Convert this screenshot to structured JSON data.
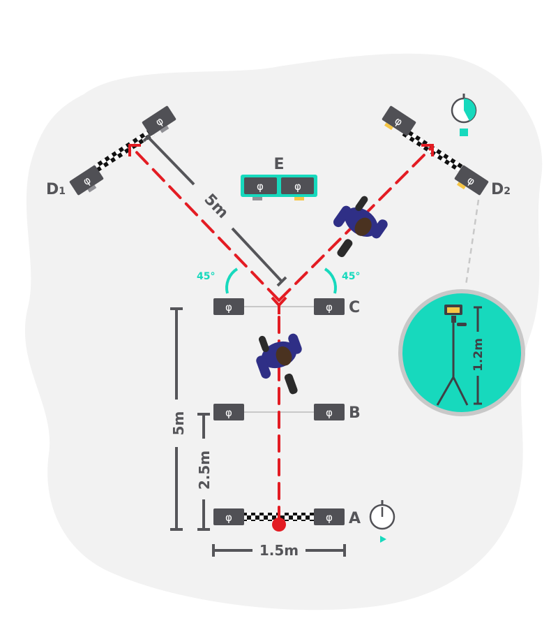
{
  "colors": {
    "background_blob": "#f2f2f2",
    "gate_body": "#505055",
    "gate_symbol": "#ffffff",
    "accent_teal": "#17d9bd",
    "run_path_red": "#e31c23",
    "dimension_gray": "#555559",
    "athlete_blue": "#2f2f86",
    "tripod_circle_border": "#c8c8c8"
  },
  "gates": {
    "symbol": "φ",
    "a": {
      "label": "A"
    },
    "b": {
      "label": "B"
    },
    "c": {
      "label": "C"
    },
    "d1": {
      "label": "D",
      "sub": "1"
    },
    "d2": {
      "label": "D",
      "sub": "2"
    },
    "e": {
      "label": "E"
    }
  },
  "dimensions": {
    "width_ab": "1.5m",
    "a_to_b": "2.5m",
    "a_to_c": "5m",
    "c_to_d": "5m",
    "tripod_height": "1.2m"
  },
  "angles": {
    "left": "45°",
    "right": "45°"
  },
  "icons": {
    "start_timer": "stopwatch-start-icon",
    "end_timer": "stopwatch-end-icon",
    "tripod": "tripod-camera-icon",
    "athlete": "athlete-top-view-icon"
  }
}
